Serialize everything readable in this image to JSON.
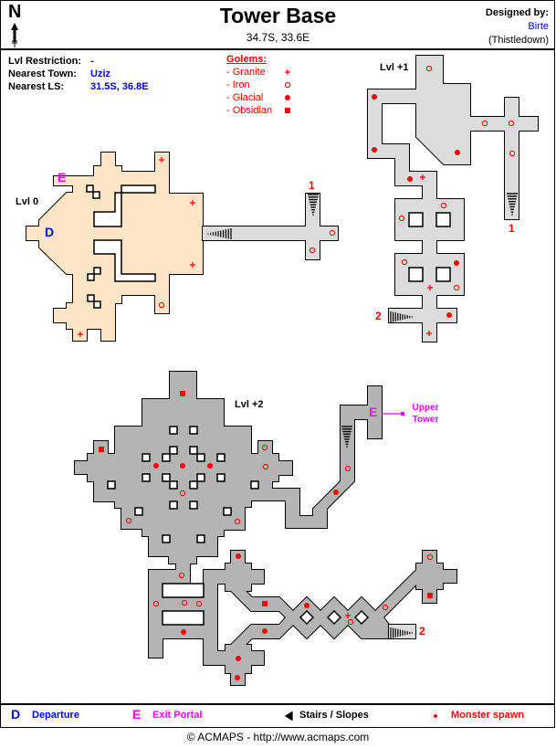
{
  "header": {
    "title": "Tower Base",
    "coordinates": "34.7S, 33.6E",
    "north_label": "N",
    "designed_by_label": "Designed by:",
    "designer": "Birte",
    "server": "(Thistledown)"
  },
  "info": {
    "lvl_restriction_label": "Lvl Restriction:",
    "lvl_restriction": "-",
    "nearest_town_label": "Nearest Town:",
    "nearest_town": "Uziz",
    "nearest_ls_label": "Nearest LS:",
    "nearest_ls": "31.5S, 36.8E"
  },
  "golems": {
    "title": "Golems:",
    "items": [
      {
        "label": "- Granite",
        "symbol": "plus"
      },
      {
        "label": "- Iron",
        "symbol": "ring"
      },
      {
        "label": "- Glacial",
        "symbol": "dot"
      },
      {
        "label": "- Obsidian",
        "symbol": "square"
      }
    ]
  },
  "map": {
    "levels": [
      "Lvl  0",
      "Lvl +1",
      "Lvl +2"
    ],
    "stair_labels": [
      "1",
      "1",
      "2",
      "2"
    ],
    "departure": "D",
    "exit": "E",
    "exit_destination": "Upper Tower"
  },
  "legend": {
    "departure_symbol": "D",
    "departure": "Departure",
    "exit_symbol": "E",
    "exit": "Exit Portal",
    "stairs": "Stairs / Slopes",
    "spawn": "Monster spawn"
  },
  "footer": {
    "copyright": "© ACMAPS - http://www.acmaps.com"
  },
  "colors": {
    "level0": "#FDE5C6",
    "level1": "#DCDCDC",
    "level2": "#B4B4B4",
    "spawn": "#ff0000",
    "departure": "#0000ff",
    "exit": "#ff00ff"
  }
}
